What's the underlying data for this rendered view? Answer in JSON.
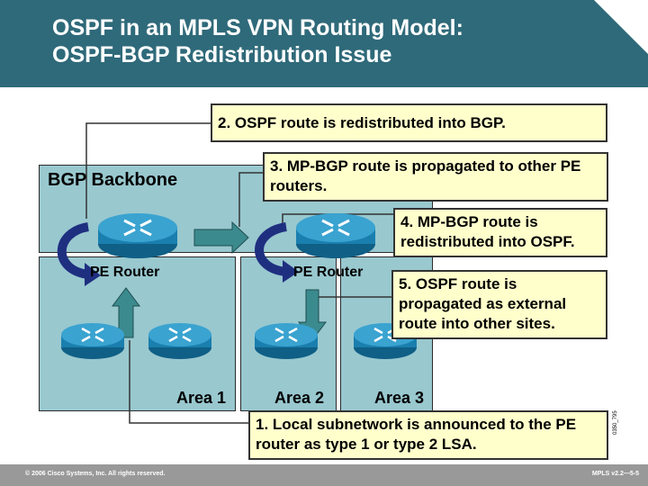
{
  "slide": {
    "title_line1": "OSPF in an MPLS VPN Routing Model:",
    "title_line2": "OSPF-BGP Redistribution Issue",
    "footer_left": "© 2006 Cisco Systems, Inc. All rights reserved.",
    "footer_right": "MPLS v2.2—5-5",
    "code": "0350_795"
  },
  "diagram": {
    "backbone_label": "BGP Backbone",
    "pe_router_left": "PE Router",
    "pe_router_right": "PE Router",
    "area1": "Area 1",
    "area2": "Area 2",
    "area3": "Area 3"
  },
  "notes": {
    "step1": "1. Local subnetwork is announced to the PE router as type 1 or type 2 LSA.",
    "step2": "2. OSPF route is redistributed into BGP.",
    "step3": "3. MP-BGP route is propagated to other PE routers.",
    "step4": "4. MP-BGP route is redistributed into OSPF.",
    "step5": "5. OSPF route is propagated as external route into other sites."
  },
  "colors": {
    "header": "#2f6a7a",
    "area_fill": "#99c8cf",
    "note_fill": "#ffffcc",
    "router_blue": "#1a7fae",
    "arrow_teal": "#3b8a8e",
    "arrow_navy": "#1f2f80"
  }
}
